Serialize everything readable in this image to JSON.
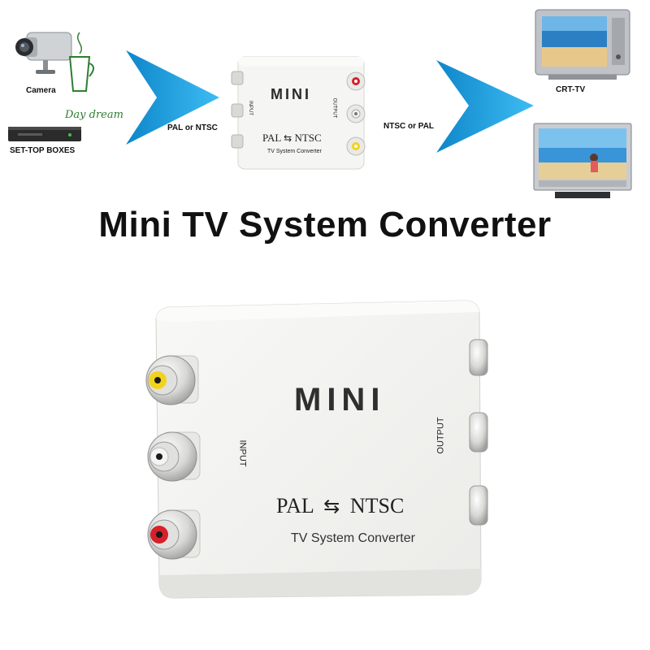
{
  "sources": {
    "camera_label": "Camera",
    "settop_label": "SET-TOP BOXES"
  },
  "watermark": "Day dream",
  "arrow_in_label": "PAL or NTSC",
  "arrow_out_label": "NTSC or PAL",
  "crt_label": "CRT-TV",
  "small_device": {
    "brand": "MINI",
    "mode_left": "PAL",
    "mode_arrow": "⇆",
    "mode_right": "NTSC",
    "subtitle": "TV System Converter",
    "input_label": "INPUT",
    "output_label": "OUTPUT"
  },
  "title": "Mini TV System Converter",
  "large_device": {
    "brand": "MINI",
    "mode_left": "PAL",
    "mode_arrow": "⇆",
    "mode_right": "NTSC",
    "subtitle": "TV System Converter",
    "input_label": "INPUT",
    "output_label": "OUTPUT"
  },
  "colors": {
    "arrow_blue": "#1fa3e6",
    "rca_yellow": "#f2d21a",
    "rca_red": "#d6202a",
    "rca_white": "#f2f2f2",
    "device_white": "#f4f4f2"
  }
}
